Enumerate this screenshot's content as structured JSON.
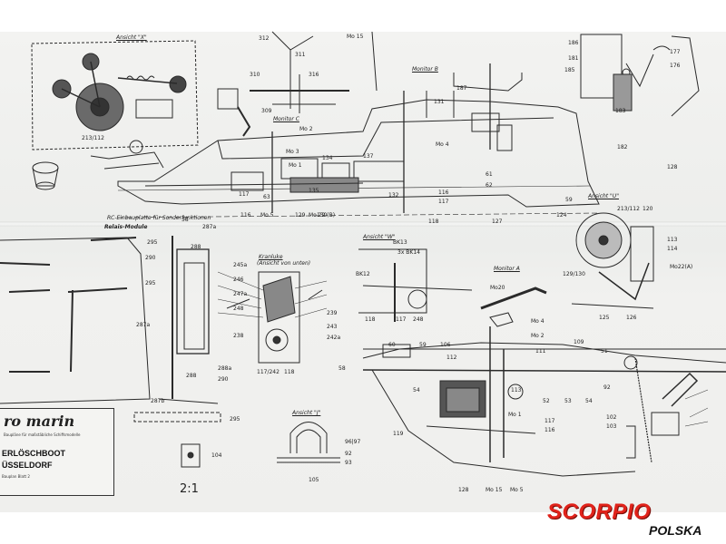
{
  "labels": {
    "view_x": "Ansicht \"X\"",
    "monitor_c": "Monitor C",
    "monitor_b": "Monitor B",
    "monitor_a": "Monitor A",
    "view_u": "Ansicht \"U\"",
    "view_w": "Ansicht \"W\"",
    "view_j": "Ansicht \"J\"",
    "kranluke": "Kranluke",
    "kranluke_sub": "(Ansicht von unten)",
    "rc_plate": "RC-Einbauplatte für Sonderfunktionen",
    "relais": "Relais-Module",
    "mo1": "Mo 1",
    "mo2": "Mo 2",
    "mo3": "Mo 3",
    "mo4": "Mo 4",
    "mo5": "Mo 5",
    "mo20": "Mo20",
    "mo15": "Mo 15",
    "mo22b": "Mo 22 (B)",
    "mo22a": "Mo22(A)",
    "bk12": "BK12",
    "bk13": "BK13",
    "bk14": "3x BK14",
    "n58": "58",
    "n59": "59",
    "n60": "60",
    "n106": "106",
    "n116": "116",
    "n117": "117",
    "n118": "118",
    "n119": "119",
    "n128": "128",
    "n287a": "287a",
    "n287b": "287b",
    "n288": "288",
    "n288a": "288a",
    "n290": "290",
    "n295": "295",
    "n104": "104",
    "n105": "105",
    "n92": "92",
    "n93": "93",
    "n96_97": "96|97",
    "n245a": "245a",
    "n246": "246",
    "n247a": "247a",
    "n248": "248",
    "n239": "239",
    "n243": "243",
    "n242a": "242a",
    "n238": "238",
    "n117_242": "117/242",
    "n113": "113",
    "n111": "111",
    "n109": "109",
    "n51": "51",
    "n52": "52",
    "n53": "53",
    "n54": "54",
    "n112": "112",
    "n116b": "116",
    "n102": "102",
    "n103": "103",
    "n127": "127",
    "n124": "124",
    "n125": "125",
    "n126": "126",
    "n129_130": "129/130",
    "n213_112": "213/112",
    "n120": "120",
    "n186": "186",
    "n187": "187",
    "n181": "181",
    "n185": "185",
    "n183": "183",
    "n182": "182",
    "n177": "177",
    "n176": "176",
    "n311": "311",
    "n312": "312",
    "n310": "310",
    "n316": "316",
    "n309": "309",
    "n131": "131",
    "n134": "134",
    "n137": "137",
    "n61": "61",
    "n62": "62",
    "n63": "63",
    "n129": "129",
    "n130": "130",
    "n135": "135",
    "n132": "132",
    "n114": "114"
  },
  "title_block": {
    "logo": "ro marin",
    "tagline": "Baupläne für maßstäbliche Schiffsmodelle",
    "line1": "ERLÖSCHBOOT",
    "line2": "ÜSSELDORF",
    "line3": "Bauplan Blatt 2"
  },
  "scale": "2:1",
  "brand": {
    "name": "SCORPIO",
    "suffix": "POLSKA"
  }
}
